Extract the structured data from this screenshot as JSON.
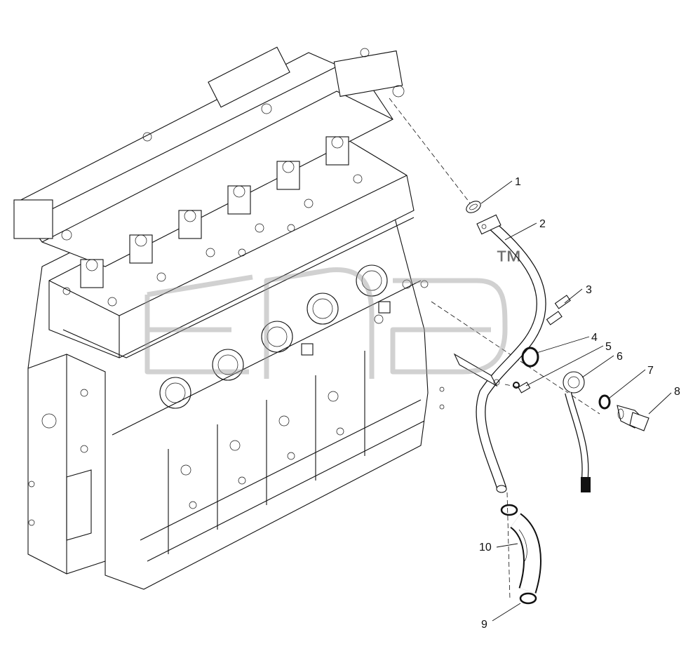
{
  "watermark": {
    "text": "ena",
    "mark": "™",
    "color": "#9a9a9a"
  },
  "callouts": [
    {
      "number": "1"
    },
    {
      "number": "2"
    },
    {
      "number": "3"
    },
    {
      "number": "4"
    },
    {
      "number": "5"
    },
    {
      "number": "6"
    },
    {
      "number": "7"
    },
    {
      "number": "8"
    },
    {
      "number": "9"
    },
    {
      "number": "10"
    }
  ]
}
